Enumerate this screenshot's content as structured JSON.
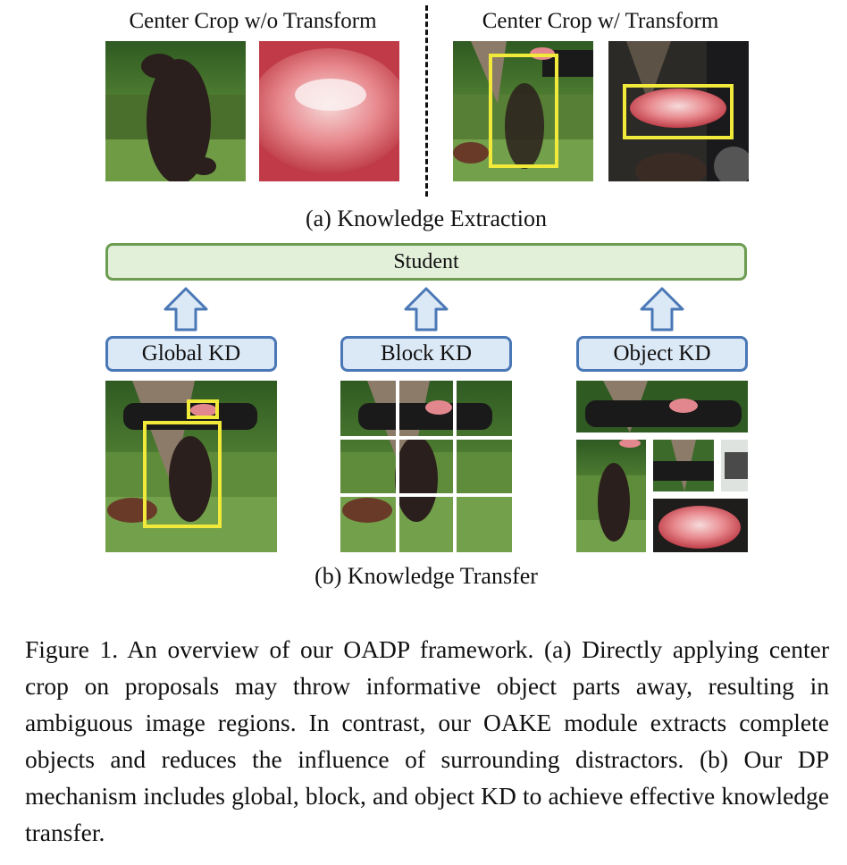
{
  "panel_a": {
    "left_title": "Center Crop w/o Transform",
    "right_title": "Center Crop w/ Transform",
    "caption": "(a) Knowledge Extraction"
  },
  "student": {
    "label": "Student"
  },
  "panel_b": {
    "global_kd": "Global KD",
    "block_kd": "Block KD",
    "object_kd": "Object KD",
    "caption": "(b) Knowledge Transfer"
  },
  "figure_caption": {
    "text": "Figure 1.  An overview of our OADP framework.  (a) Directly applying center crop on proposals may throw informative object parts away, resulting in ambiguous image regions. In contrast, our OAKE module extracts complete objects and reduces the influence of surrounding distractors. (b) Our DP mechanism includes global, block, and object KD to achieve effective knowledge transfer."
  },
  "colors": {
    "student_fill": "#e2efd9",
    "student_border": "#6d9d52",
    "kd_fill": "#dbe8f6",
    "kd_border": "#4a78b6",
    "highlight_box": "#f2ea3a"
  }
}
